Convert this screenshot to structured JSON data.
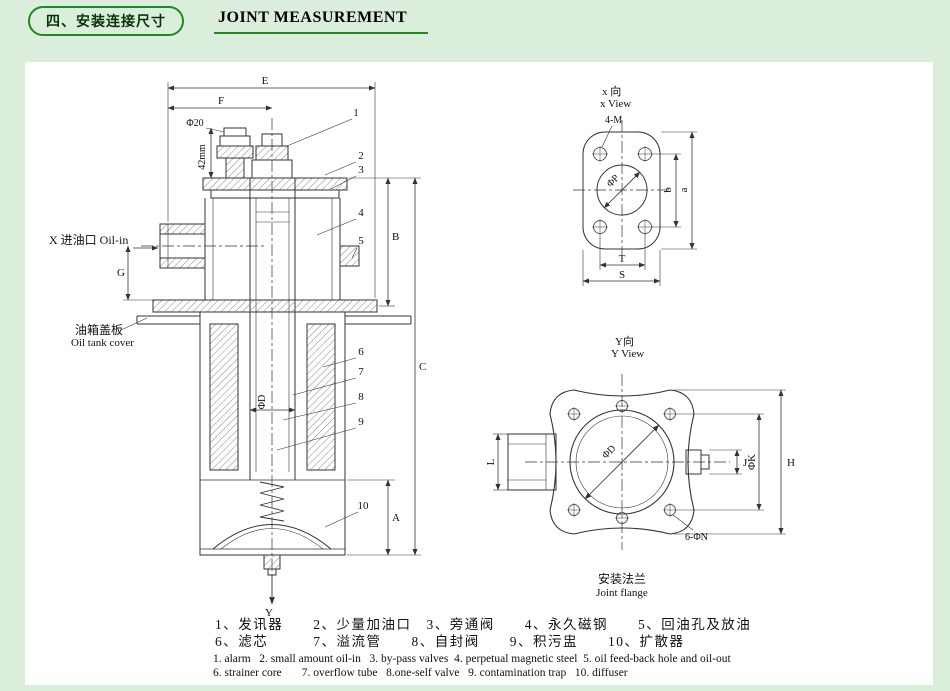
{
  "header": {
    "section_no_title": "四、安装连接尺寸",
    "title": "JOINT MEASUREMENT"
  },
  "colors": {
    "page_bg": "#dbeedb",
    "accent_green": "#1f8a1f",
    "drawing_line": "#333333"
  },
  "main_view": {
    "dim_E": "E",
    "dim_F": "F",
    "dim_B": "B",
    "dim_C": "C",
    "dim_A": "A",
    "dim_G": "G",
    "dim_phi20": "Φ20",
    "dim_42mm": "42mm",
    "dim_phiD": "ΦD",
    "axis_Y": "Y",
    "oil_in": "X 进油口 Oil-in",
    "tank_cover_zh": "油箱盖板",
    "tank_cover_en": "Oil tank cover",
    "callouts": [
      "1",
      "2",
      "3",
      "4",
      "5",
      "6",
      "7",
      "8",
      "9",
      "10"
    ]
  },
  "x_view": {
    "title_zh": "x 向",
    "title_en": "x View",
    "bolt_note": "4-M",
    "dim_phiP": "ΦP",
    "dim_T": "T",
    "dim_S": "S",
    "dim_b": "b",
    "dim_a": "a"
  },
  "y_view": {
    "title_zh": "Y向",
    "title_en": "Y View",
    "dim_phiD": "ΦD",
    "dim_L": "L",
    "dim_J": "J",
    "dim_phiK": "ΦK",
    "dim_H": "H",
    "bolt_note": "6-ΦN",
    "caption_zh": "安装法兰",
    "caption_en": "Joint flange"
  },
  "legend": {
    "zh_line1": "1、发讯器　　2、少量加油口　3、旁通阀　　4、永久磁钢　　5、回油孔及放油",
    "zh_line2": "6、滤芯　　　7、溢流管　　8、自封阀　　9、积污盅　　10、扩散器",
    "en_line1": "1. alarm   2. small amount oil-in   3. by-pass valves  4. perpetual magnetic steel  5. oil feed-back hole and oil-out",
    "en_line2": "6. strainer core       7. overflow tube   8.one-self valve   9. contamination trap   10. diffuser"
  }
}
